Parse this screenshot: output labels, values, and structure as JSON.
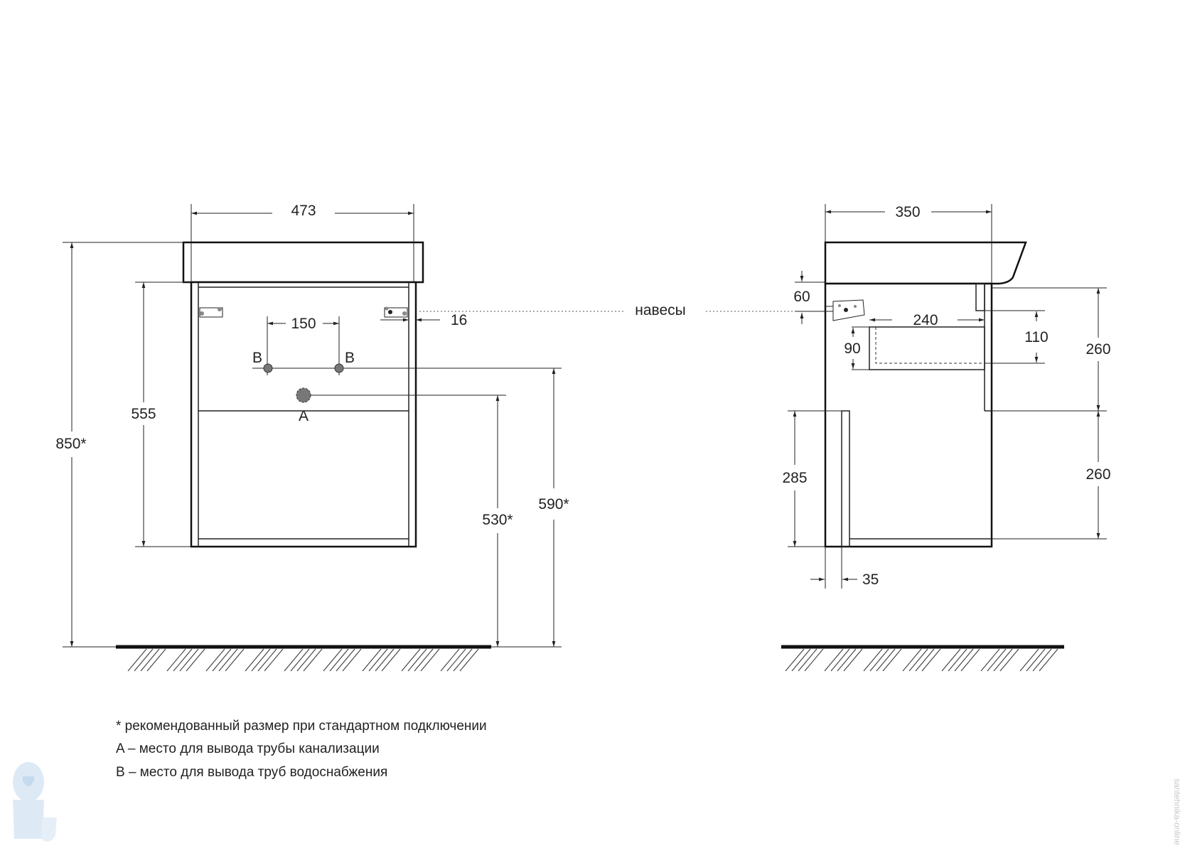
{
  "front_view": {
    "width_label": "473",
    "cabinet_height_label": "555",
    "total_height_label": "850*",
    "pipe_spacing_label": "150",
    "side_offset_label": "16",
    "drain_height_label": "530*",
    "water_height_label": "590*",
    "water_outlet_letter": "B",
    "drain_outlet_letter": "A"
  },
  "hinges_label": "навесы",
  "side_view": {
    "depth_label": "350",
    "hinge_height_label": "60",
    "shelf_depth_label": "240",
    "shelf_height_label": "90",
    "shelf_offset_label": "110",
    "upper_section_label": "260",
    "lower_section_label": "260",
    "foot_height_label": "285",
    "foot_width_label": "35"
  },
  "notes": {
    "asterisk": "* рекомендованный размер при стандартном подключении",
    "a_note": "A – место для вывода трубы канализации",
    "b_note": "B – место для вывода труб водоснабжения"
  },
  "watermark": "santehnika-online"
}
